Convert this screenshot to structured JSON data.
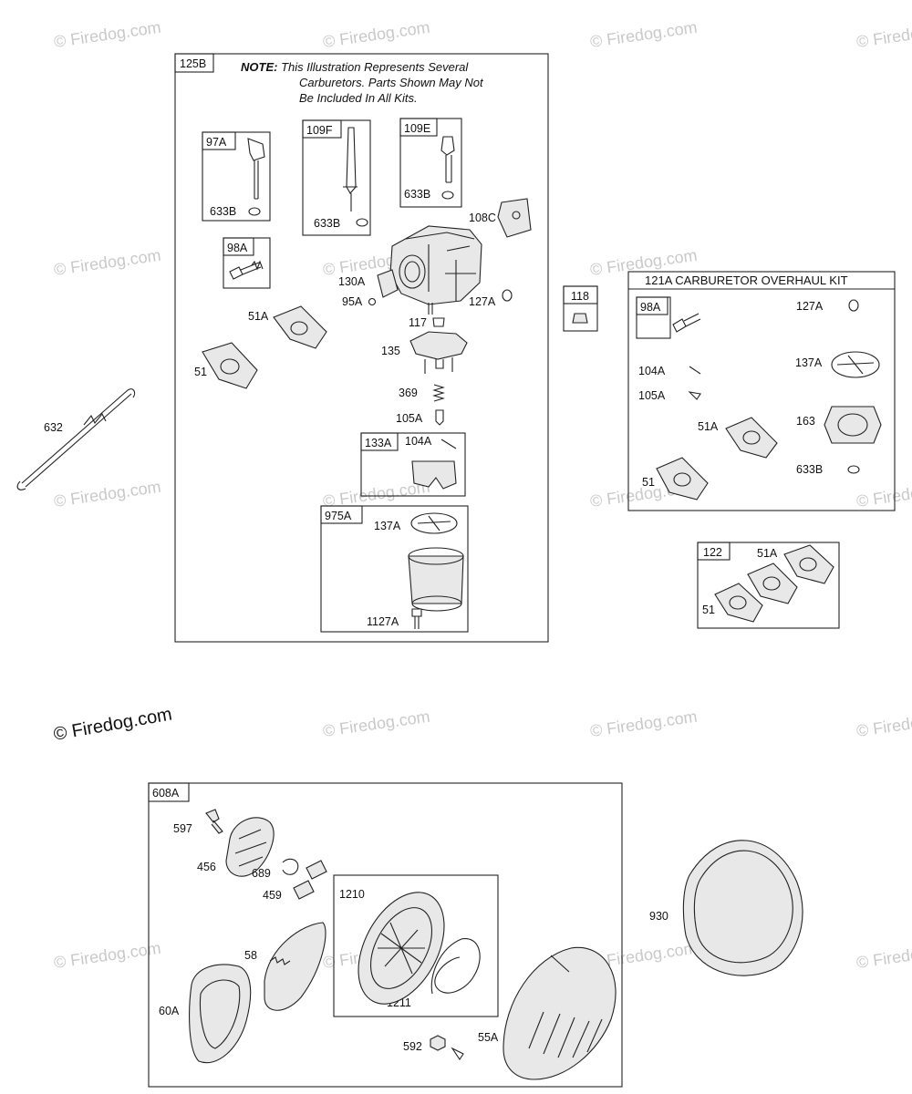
{
  "watermark": {
    "text": "© Firedog.com",
    "main_text": "© Firedog.com"
  },
  "colors": {
    "line": "#222222",
    "watermark": "#c9c9c9",
    "background": "#ffffff"
  },
  "carb_box": {
    "tag": "125B",
    "note_line1_bold": "NOTE:",
    "note_line1": " This Illustration Represents Several",
    "note_line2": "Carburetors. Parts Shown May Not",
    "note_line3": "Be Included In All Kits."
  },
  "sub_boxes": {
    "b97a": {
      "tag": "97A",
      "sub": "633B"
    },
    "b109f": {
      "tag": "109F",
      "sub": "633B"
    },
    "b109e": {
      "tag": "109E",
      "sub": "633B"
    },
    "b98a": {
      "tag": "98A"
    },
    "b133a": {
      "tag": "133A",
      "sub": "104A"
    },
    "b975a": {
      "tag": "975A",
      "sub1": "137A",
      "sub2": "1127A"
    },
    "b118": {
      "tag": "118"
    },
    "b122": {
      "tag": "122",
      "sub1": "51A",
      "sub2": "51"
    },
    "b1210": {
      "tag": "1210",
      "sub": "1211"
    }
  },
  "carb_labels": {
    "l108c": "108C",
    "l130a": "130A",
    "l95a": "95A",
    "l127a": "127A",
    "l117": "117",
    "l51a": "51A",
    "l135": "135",
    "l51": "51",
    "l369": "369",
    "l105a": "105A"
  },
  "side_labels": {
    "l632": "632",
    "l930": "930"
  },
  "overhaul_kit": {
    "title": "121A CARBURETOR OVERHAUL KIT",
    "tag98a": "98A",
    "l127a": "127A",
    "l104a": "104A",
    "l105a": "105A",
    "l137a": "137A",
    "l51a": "51A",
    "l163": "163",
    "l51": "51",
    "l633b": "633B"
  },
  "starter_box": {
    "tag": "608A",
    "l597": "597",
    "l456": "456",
    "l689": "689",
    "l459": "459",
    "l58": "58",
    "l60a": "60A",
    "l592": "592",
    "l55a": "55A"
  }
}
